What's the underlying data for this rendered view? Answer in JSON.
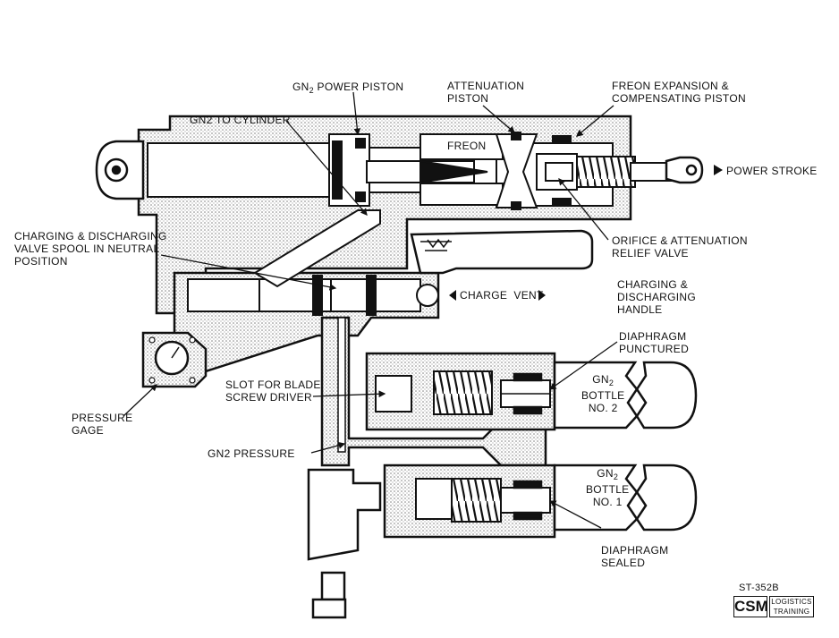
{
  "labels": {
    "gn2_power_piston_pre": "GN",
    "gn2_power_piston_sub": "2",
    "gn2_power_piston_post": " POWER PISTON",
    "gn2_to_cylinder": "GN2 TO CYLINDER",
    "attenuation_piston": "ATTENUATION\nPISTON",
    "freon_expansion": "FREON EXPANSION &\nCOMPENSATING PISTON",
    "freon": "FREON",
    "power_stroke": "POWER STROKE",
    "charging_discharging_spool": "CHARGING & DISCHARGING\nVALVE SPOOL IN NEUTRAL\nPOSITION",
    "orifice_attenuation": "ORIFICE & ATTENUATION\nRELIEF VALVE",
    "charge_vent": "CHARGE  VENT",
    "charging_handle": "CHARGING &\nDISCHARGING\nHANDLE",
    "diaphragm_punctured": "DIAPHRAGM\nPUNCTURED",
    "slot_blade": "SLOT FOR BLADE\nSCREW DRIVER",
    "gn2_bottle_2_pre": "GN",
    "gn2_bottle_2_sub": "2",
    "gn2_bottle_2_post": "BOTTLE\nNO. 2",
    "pressure_gage": "PRESSURE\nGAGE",
    "gn2_pressure": "GN2 PRESSURE",
    "gn2_bottle_1_pre": "GN",
    "gn2_bottle_1_sub": "2",
    "gn2_bottle_1_post": "BOTTLE\nNO. 1",
    "diaphragm_sealed": "DIAPHRAGM\nSEALED"
  },
  "footer": {
    "figure_id": "ST-352B",
    "logo_text": "CSM",
    "logo_sub": "LOGISTICS\nTRAINING"
  },
  "colors": {
    "ink": "#111111",
    "stipple": "#9a9a9a",
    "paper": "#ffffff"
  }
}
